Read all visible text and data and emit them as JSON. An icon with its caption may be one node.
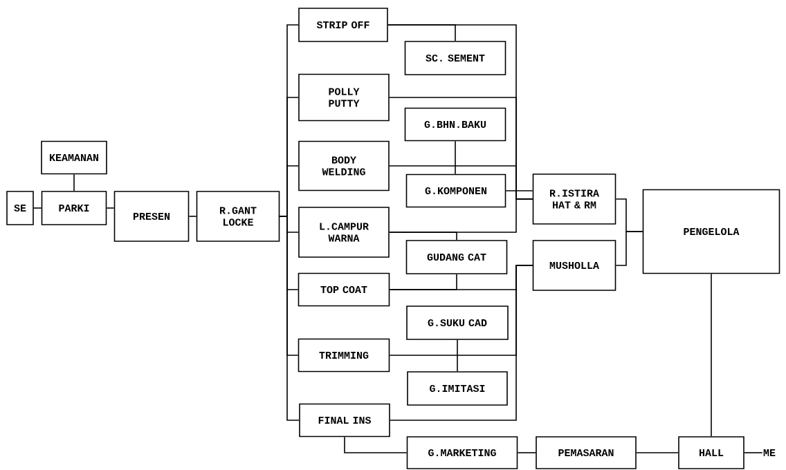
{
  "diagram": {
    "nodes": [
      {
        "text": [
          "KEAMANAN"
        ]
      },
      {
        "text": [
          "SE"
        ]
      },
      {
        "text": [
          "PARKI"
        ]
      },
      {
        "text": [
          "PRESEN"
        ]
      },
      {
        "text": [
          "R.GANT LOCKE"
        ]
      },
      {
        "text": [
          "STRIP OFF"
        ]
      },
      {
        "text": [
          "SC. SEMENT"
        ]
      },
      {
        "text": [
          "POLLY PUTTY"
        ]
      },
      {
        "text": [
          "G.BHN.BAKU"
        ]
      },
      {
        "text": [
          "BODY WELDING"
        ]
      },
      {
        "text": [
          "G.KOMPONEN"
        ]
      },
      {
        "text": [
          "L.CAMPUR WARNA"
        ]
      },
      {
        "text": [
          "GUDANG CAT"
        ]
      },
      {
        "text": [
          "TOP COAT"
        ]
      },
      {
        "text": [
          "G.SUKU CAD"
        ]
      },
      {
        "text": [
          "TRIMMING"
        ]
      },
      {
        "text": [
          "G.IMITASI"
        ]
      },
      {
        "text": [
          "FINAL INS"
        ]
      },
      {
        "text": [
          "G.MARKETING"
        ]
      },
      {
        "text": [
          "R.ISTIRA HAT & RM"
        ]
      },
      {
        "text": [
          "MUSHOLLA"
        ]
      },
      {
        "text": [
          "PENGELOLA"
        ]
      },
      {
        "text": [
          "PEMASARAN"
        ]
      },
      {
        "text": [
          "HALL"
        ]
      },
      {
        "text": [
          "ME"
        ]
      }
    ],
    "edges": [
      {
        "from": 1,
        "to": 2,
        "arrow": "none"
      },
      {
        "from": 0,
        "to": 2,
        "arrow": "none"
      },
      {
        "from": 2,
        "to": 3,
        "arrow": "none"
      },
      {
        "from": 3,
        "to": 4,
        "arrow": "none"
      },
      {
        "from": 4,
        "to": 5,
        "arrow": "none"
      },
      {
        "from": 4,
        "to": 7,
        "arrow": "none"
      },
      {
        "from": 4,
        "to": 9,
        "arrow": "none"
      },
      {
        "from": 4,
        "to": 11,
        "arrow": "none"
      },
      {
        "from": 4,
        "to": 13,
        "arrow": "none"
      },
      {
        "from": 4,
        "to": 15,
        "arrow": "none"
      },
      {
        "from": 4,
        "to": 17,
        "arrow": "none"
      },
      {
        "from": 5,
        "to": 6,
        "arrow": "none"
      },
      {
        "from": 8,
        "to": 10,
        "arrow": "none"
      },
      {
        "from": 11,
        "to": 12,
        "arrow": "none"
      },
      {
        "from": 12,
        "to": 13,
        "arrow": "none"
      },
      {
        "from": 14,
        "to": 16,
        "arrow": "none"
      },
      {
        "from": 5,
        "to": 19,
        "arrow": "none"
      },
      {
        "from": 7,
        "to": 19,
        "arrow": "none"
      },
      {
        "from": 9,
        "to": 19,
        "arrow": "none"
      },
      {
        "from": 11,
        "to": 19,
        "arrow": "none"
      },
      {
        "from": 10,
        "to": 19,
        "arrow": "none"
      },
      {
        "from": 13,
        "to": 20,
        "arrow": "none"
      },
      {
        "from": 15,
        "to": 20,
        "arrow": "none"
      },
      {
        "from": 17,
        "to": 20,
        "arrow": "none"
      },
      {
        "from": 19,
        "to": 21,
        "arrow": "none"
      },
      {
        "from": 20,
        "to": 21,
        "arrow": "none"
      },
      {
        "from": 17,
        "to": 18,
        "arrow": "none"
      },
      {
        "from": 18,
        "to": 22,
        "arrow": "none"
      },
      {
        "from": 22,
        "to": 23,
        "arrow": "none"
      },
      {
        "from": 21,
        "to": 23,
        "arrow": "none"
      },
      {
        "from": 23,
        "to": 24,
        "arrow": "none"
      }
    ]
  }
}
